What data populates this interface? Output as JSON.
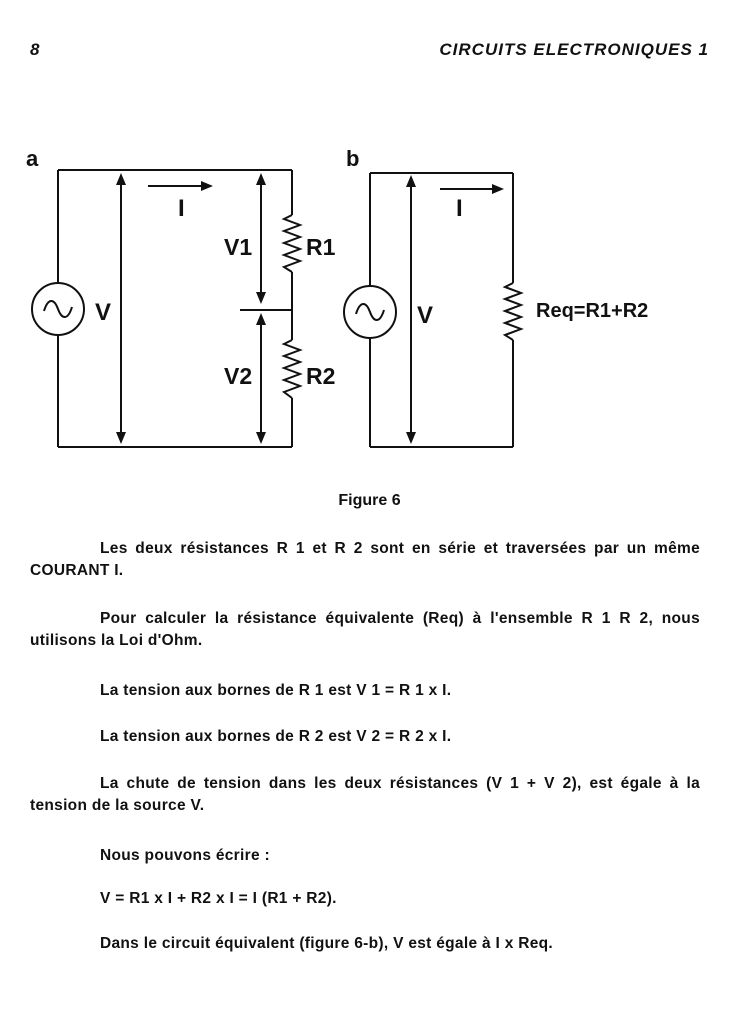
{
  "header": {
    "page_number": "8",
    "running_title": "CIRCUITS ELECTRONIQUES  1"
  },
  "figure": {
    "panel_a_label": "a",
    "panel_b_label": "b",
    "labels": {
      "current": "I",
      "v_total": "V",
      "v1": "V1",
      "v2": "V2",
      "r1": "R1",
      "r2": "R2",
      "req": "Req=R1+R2"
    },
    "caption": "Figure 6"
  },
  "body": {
    "p1": "Les deux résistances R 1 et R 2 sont en série et traversées par un même COURANT I.",
    "p2": "Pour calculer la résistance équivalente (Req) à l'ensemble R 1 R 2, nous utilisons la Loi d'Ohm.",
    "p3": "La tension aux bornes de R 1 est V 1 = R 1 x I.",
    "p4": "La tension aux bornes de R 2 est V 2 = R 2 x I.",
    "p5": "La chute de tension dans les deux résistances (V 1 + V 2), est égale à la tension de la source V.",
    "p6": "Nous pouvons écrire :",
    "p7": "V = R1 x I + R2 x I = I (R1 + R2).",
    "p8": "Dans le circuit équivalent (figure 6-b), V est égale à I x Req."
  }
}
